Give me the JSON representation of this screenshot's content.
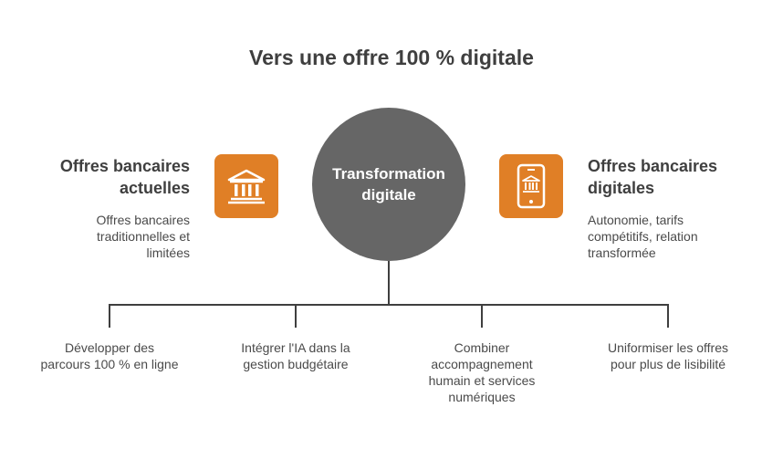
{
  "title": "Vers une offre 100 % digitale",
  "center": {
    "line1": "Transformation",
    "line2": "digitale"
  },
  "left": {
    "title_line1": "Offres bancaires",
    "title_line2": "actuelles",
    "desc": [
      "Offres bancaires",
      "traditionnelles et",
      "limitées"
    ],
    "icon": "bank-icon"
  },
  "right": {
    "title_line1": "Offres bancaires",
    "title_line2": "digitales",
    "desc": [
      "Autonomie, tarifs",
      "compétitifs, relation",
      "transformée"
    ],
    "icon": "mobile-bank-icon"
  },
  "branches": [
    [
      "Développer des",
      "parcours 100 % en ligne"
    ],
    [
      "Intégrer l'IA dans la",
      "gestion budgétaire"
    ],
    [
      "Combiner",
      "accompagnement",
      "humain et services",
      "numériques"
    ],
    [
      "Uniformiser les offres",
      "pour plus de lisibilité"
    ]
  ],
  "colors": {
    "accent": "#e07f26",
    "circle": "#666666",
    "text": "#3f3f3f",
    "line": "#3f3f3f"
  }
}
